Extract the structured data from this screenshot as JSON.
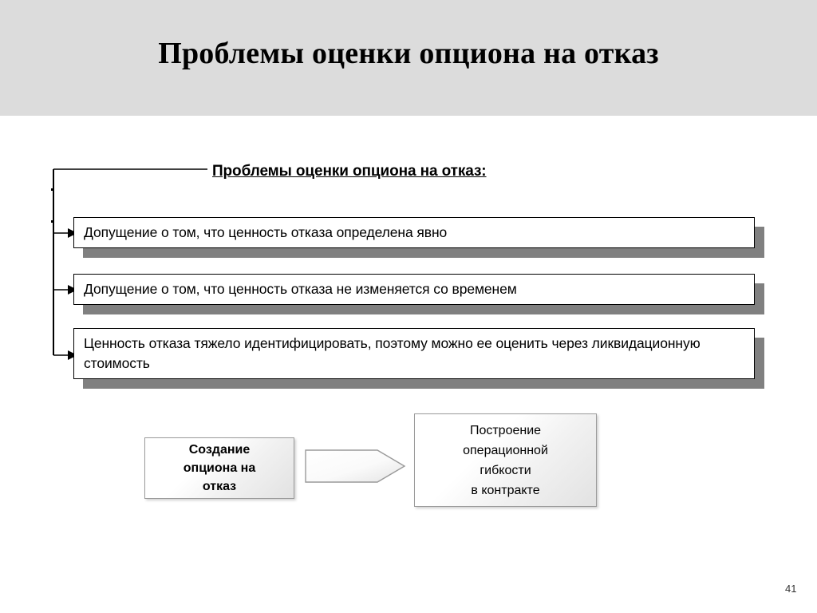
{
  "slide": {
    "title": "Проблемы оценки опциона на отказ",
    "page_number": "41",
    "header_color": "#dcdcdc",
    "shadow_color": "#808080"
  },
  "subtitle": {
    "text": "Проблемы оценки опциона на отказ:"
  },
  "statements": [
    {
      "text": "Допущение о том, что ценность отказа определена явно"
    },
    {
      "text": "Допущение о том, что ценность отказа не изменяется со временем"
    },
    {
      "text": "Ценность отказа тяжело идентифицировать, поэтому можно ее оценить через ликвидационную стоимость"
    }
  ],
  "process": {
    "left_box": {
      "line1": "Создание",
      "line2": "опциона на",
      "line3": "отказ"
    },
    "arrow": "right-arrow-icon",
    "right_box": {
      "line1": "Построение",
      "line2": "операционной",
      "line3": "гибкости",
      "line4": "в контракте"
    }
  }
}
